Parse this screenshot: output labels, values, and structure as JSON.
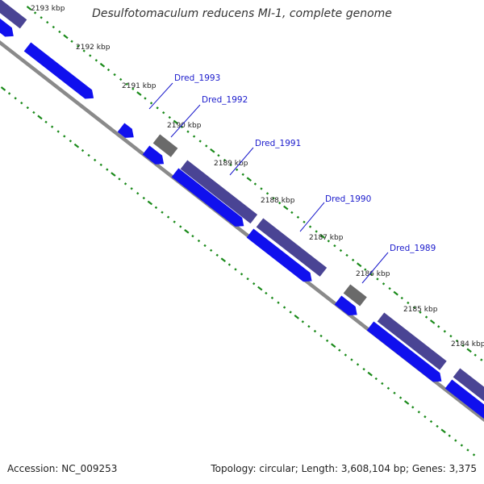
{
  "title": "Desulfotomaculum reducens MI-1, complete genome",
  "footer": {
    "accession_text": "Accession: NC_009253",
    "summary_text": "Topology: circular; Length: 3,608,104 bp; Genes: 3,375"
  },
  "colors": {
    "background": "#ffffff",
    "forward_cds": "#4a4494",
    "reverse_cds": "#1010ee",
    "other_feature": "#6a6a6a",
    "backbone": "#8a8a8a",
    "ticks": "#1a8a1a",
    "label_line": "#1a1acc",
    "label_text": "#1a1acc"
  },
  "scale_labels": [
    "2193 kbp",
    "2192 kbp",
    "2191 kbp",
    "2190 kbp",
    "2189 kbp",
    "2188 kbp",
    "2187 kbp",
    "2186 kbp",
    "2185 kbp",
    "2184 kbp"
  ],
  "gene_labels": [
    "Dred_1993",
    "Dred_1992",
    "Dred_1991",
    "Dred_1990",
    "Dred_1989"
  ]
}
